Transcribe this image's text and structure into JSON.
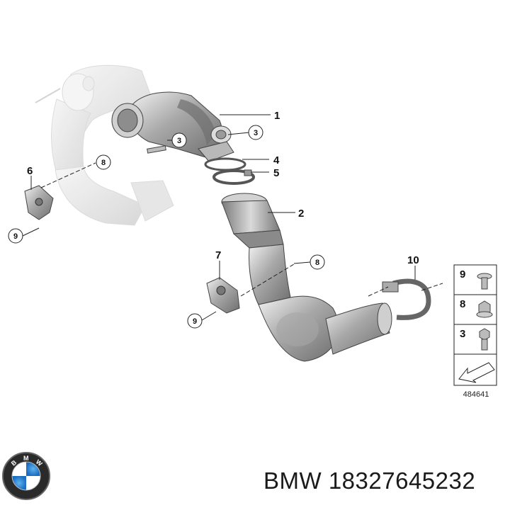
{
  "labels": {
    "callout_1": "1",
    "callout_2": "2",
    "callout_3_bolt": "3",
    "callout_3_flange": "3",
    "callout_4": "4",
    "callout_5": "5",
    "callout_6": "6",
    "callout_7": "7",
    "callout_8_upper": "8",
    "callout_8_lower": "8",
    "callout_9_upper": "9",
    "callout_9_lower": "9",
    "callout_10": "10"
  },
  "legend": {
    "items": [
      {
        "number": "9",
        "icon": "flange-bolt-icon"
      },
      {
        "number": "8",
        "icon": "hex-flange-nut-icon"
      },
      {
        "number": "3",
        "icon": "hex-head-bolt-icon"
      }
    ],
    "arrow_icon": "direction-arrow-icon"
  },
  "reference_code": "484641",
  "caption": {
    "brand": "BMW",
    "part_number": "18327645232",
    "logo": "bmw-roundel-logo"
  },
  "colors": {
    "ghost_part": "#dcdcdc",
    "part_dark": "#8a8a8a",
    "part_light": "#c9c9c9",
    "lines": "#222222"
  }
}
